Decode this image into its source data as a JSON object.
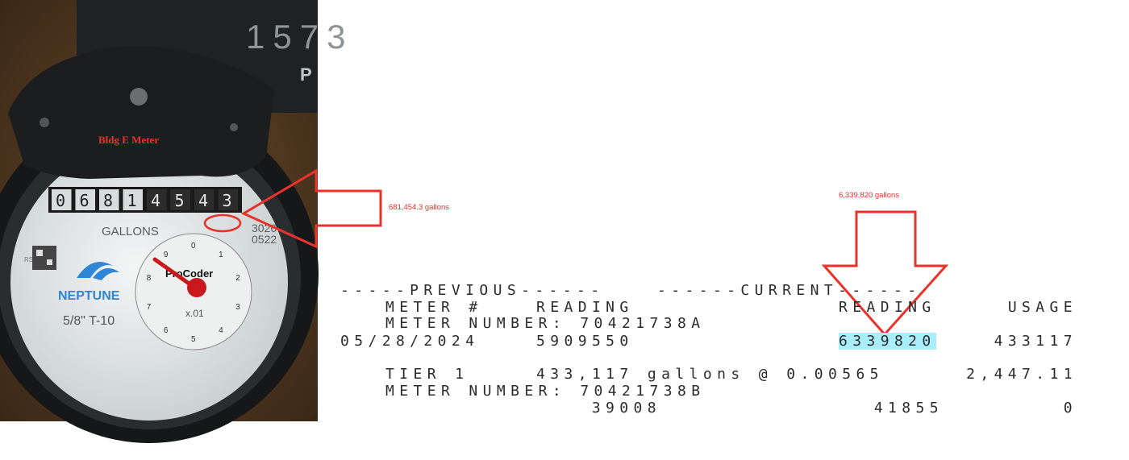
{
  "photo": {
    "top_number": "1573",
    "top_letter": "P",
    "cover_label": "Bldg E Meter",
    "odometer": [
      "0",
      "6",
      "8",
      "1",
      "4",
      "5",
      "4",
      "3"
    ],
    "gallons_label": "GALLONS",
    "side_code_1": "3026",
    "side_code_2": "0522",
    "brand": "NEPTUNE",
    "model": "5/8\" T-10",
    "dial_brand": "ProCoder",
    "dial_multiplier": "x.01",
    "dial_numbers": [
      "0",
      "1",
      "2",
      "3",
      "4",
      "5",
      "6",
      "7",
      "8",
      "9"
    ],
    "small_code": "RS"
  },
  "annotations": {
    "meter_gallons": "681,454.3 gallons",
    "current_gallons": "6,339,820 gallons"
  },
  "bill": {
    "section_header_previous": "-----PREVIOUS------",
    "section_header_current": "------CURRENT------",
    "col_meter": "METER #",
    "col_prev_reading": "READING",
    "col_cur_reading": "READING",
    "col_usage": "USAGE",
    "meter_a": {
      "label": "METER NUMBER: 70421738A",
      "date": "05/28/2024",
      "prev_reading": "5909550",
      "cur_reading": "6339820",
      "usage": "433117"
    },
    "tier": {
      "label": "TIER 1",
      "gallons": "433,117 gallons @ 0.00565",
      "amount": "2,447.11"
    },
    "meter_b": {
      "label": "METER NUMBER: 70421738B",
      "prev_reading": "39008",
      "cur_reading": "41855",
      "usage": "0"
    }
  },
  "colors": {
    "annotation_red": "#e8322b",
    "highlight": "#a8eefc",
    "bill_text": "#2b2b2b"
  }
}
